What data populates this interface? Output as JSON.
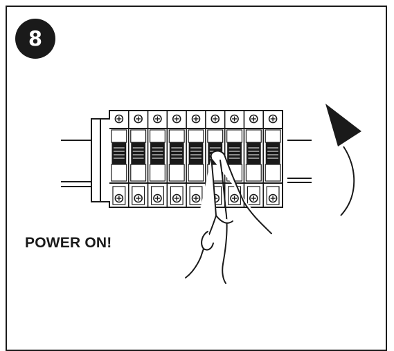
{
  "step": {
    "number": "8"
  },
  "caption": {
    "text": "POWER ON!"
  },
  "breaker_count": 9,
  "icons": {
    "rotation_arrow": "curved-arrow-clockwise-icon",
    "terminal_screw": "screw-icon",
    "hand": "pointing-hand-icon"
  },
  "colors": {
    "ink": "#1a1a1a",
    "background": "#ffffff"
  }
}
